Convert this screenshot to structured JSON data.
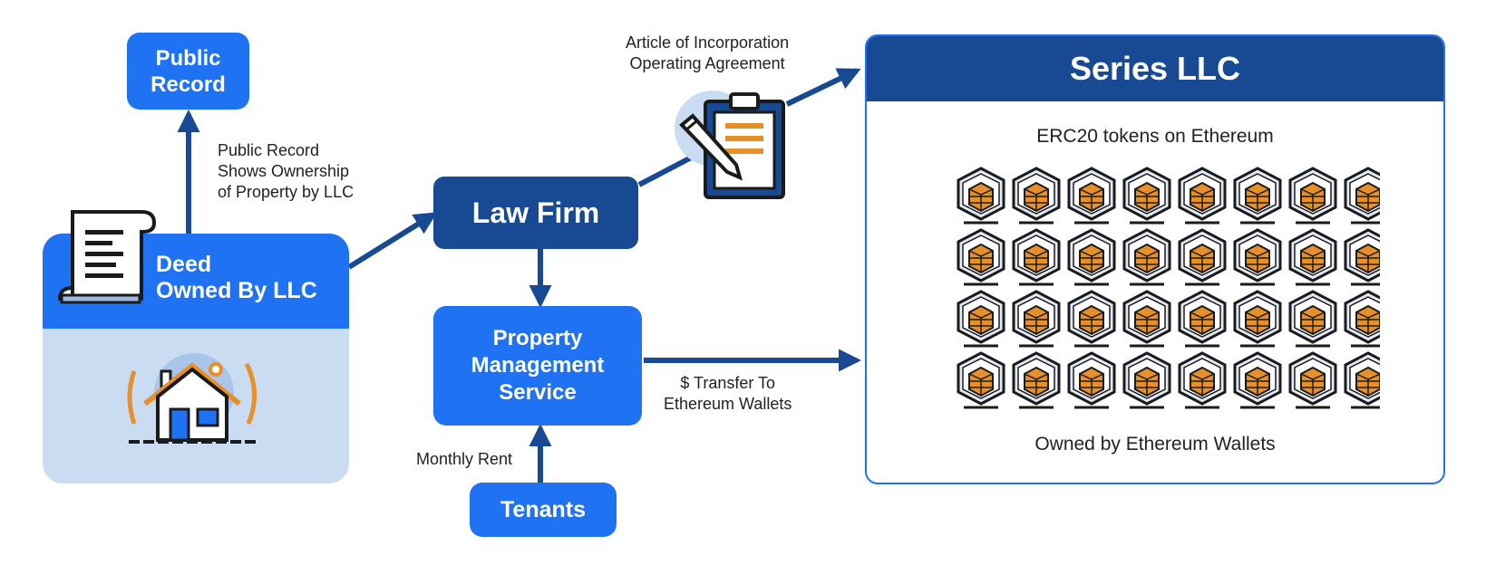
{
  "nodes": {
    "public_record": "Public\nRecord",
    "deed": "Deed\nOwned By LLC",
    "law_firm": "Law Firm",
    "property_mgmt": "Property\nManagement\nService",
    "tenants": "Tenants",
    "series_llc": "Series LLC"
  },
  "edge_labels": {
    "public_record_note": "Public Record\nShows Ownership\nof Property by LLC",
    "incorporation": "Article of Incorporation\nOperating Agreement",
    "transfer": "$ Transfer To\nEthereum Wallets",
    "monthly_rent": "Monthly Rent"
  },
  "series_panel": {
    "tokens_caption": "ERC20 tokens on Ethereum",
    "owners_caption": "Owned by Ethereum Wallets",
    "token_rows": 4,
    "token_cols": 8
  },
  "icons": [
    "scroll-document-icon",
    "house-icon",
    "clipboard-pen-icon",
    "erc20-token-icon"
  ],
  "colors": {
    "primary_blue": "#1f73f2",
    "dark_blue": "#174a92",
    "light_blue": "#c9dcf2",
    "token_orange": "#e7902a"
  }
}
